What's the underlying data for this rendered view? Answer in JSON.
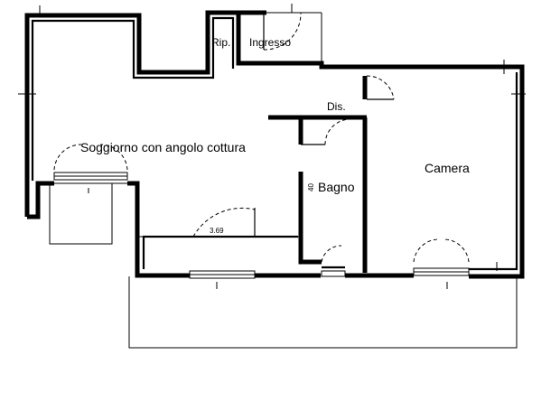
{
  "plan": {
    "rooms": {
      "soggiorno": "Soggiorno con angolo cottura",
      "ripostiglio": "Rip.",
      "ingresso": "Ingresso",
      "disimpegno": "Dis.",
      "bagno": "Bagno",
      "camera": "Camera"
    },
    "dimensions": {
      "living_width": "3.69",
      "bagno_side": "40"
    }
  }
}
